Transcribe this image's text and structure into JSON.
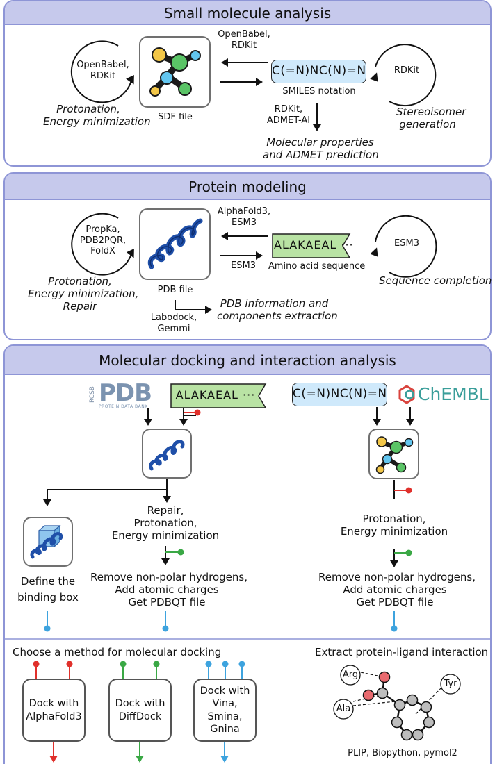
{
  "panels": {
    "small_molecule": {
      "title": "Small molecule analysis",
      "left_tools": "OpenBabel,\nRDKit",
      "left_caption": "Protonation,\nEnergy minimization",
      "file_label": "SDF file",
      "arrow_top_label": "OpenBabel,\nRDKit",
      "smiles": "C(=N)NC(N)=N",
      "smiles_caption": "SMILES notation",
      "right_tool": "RDKit",
      "right_caption": "Stereoisomer\ngeneration",
      "down_tools": "RDKit,\nADMET-AI",
      "down_caption": "Molecular properties\nand ADMET prediction"
    },
    "protein": {
      "title": "Protein modeling",
      "left_tools": "PropKa,\nPDB2PQR,\nFoldX",
      "left_caption": "Protonation,\nEnergy minimization,\nRepair",
      "file_label": "PDB file",
      "arrow_top_label": "AlphaFold3,\nESM3",
      "arrow_bottom_label": "ESM3",
      "sequence": "ALAKAEAL ···",
      "sequence_caption": "Amino acid sequence",
      "right_tool": "ESM3",
      "right_caption": "Sequence completion",
      "down_tools": "Labodock,\nGemmi",
      "down_caption": "PDB information and\ncomponents extraction"
    },
    "docking": {
      "title": "Molecular docking and interaction analysis",
      "pdb_logo_text": "PDB",
      "pdb_logo_prefix": "RCSB",
      "pdb_logo_sub": "PROTEIN DATA BANK",
      "sequence": "ALAKAEAL ···",
      "smiles": "C(=N)NC(N)=N",
      "chembl": "ChEMBL",
      "binding_box": "Define the\nbinding box",
      "protein_prep": "Repair,\nProtonation,\nEnergy minimization",
      "protein_pdbqt": "Remove non-polar hydrogens,\nAdd atomic charges\nGet PDBQT file",
      "ligand_prep": "Protonation,\nEnergy minimization",
      "ligand_pdbqt": "Remove non-polar hydrogens,\nAdd atomic charges\nGet PDBQT file",
      "choose_method": "Choose a method for molecular docking",
      "methods": [
        {
          "label": "Dock with\nAlphaFold3",
          "color": "#e0302b"
        },
        {
          "label": "Dock with\nDiffDock",
          "color": "#3aa845"
        },
        {
          "label": "Dock with\nVina,\nSmina,\nGnina",
          "color": "#3da3de"
        }
      ],
      "interaction_title": "Extract protein-ligand interaction",
      "residues": [
        "Arg",
        "Tyr",
        "Ala"
      ],
      "interaction_tools": "PLIP, Biopython, pymol2"
    }
  },
  "colors": {
    "panel_border": "#8e95d6",
    "panel_header": "#c6c9ec",
    "smiles_fill": "#cfe9fb",
    "sequence_fill": "#b9e3a4",
    "red": "#e0302b",
    "green": "#3aa845",
    "blue": "#3da3de",
    "helix": "#1f4fa8",
    "chembl": "#3a9e9a"
  }
}
